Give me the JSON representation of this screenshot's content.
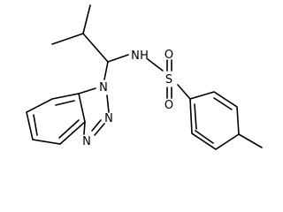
{
  "molecule": {
    "type": "structural-formula",
    "atoms": {
      "sulfonamide_nitrogen": "N",
      "sulfonamide_hydrogen": "H",
      "sulfur": "S",
      "oxygen_top": "O",
      "oxygen_bottom": "O",
      "triazole_n1": "N",
      "triazole_n2": "N",
      "triazole_n3": "N"
    }
  },
  "colors": {
    "bond": "#000000",
    "label": "#000000",
    "background": "#ffffff"
  }
}
